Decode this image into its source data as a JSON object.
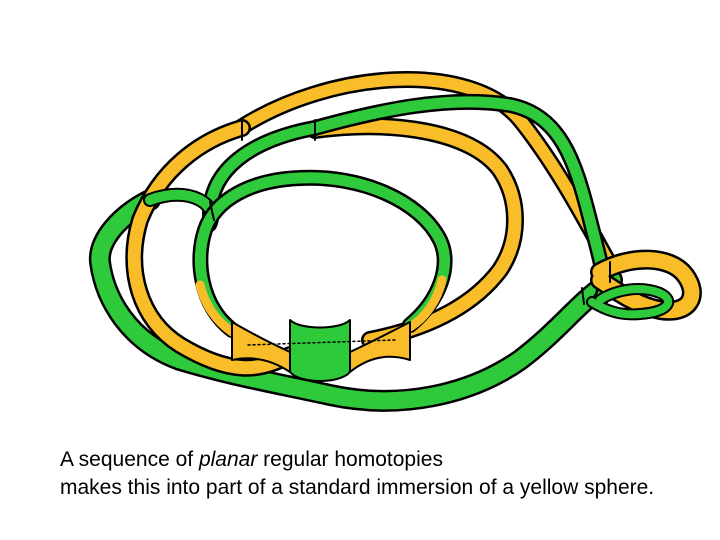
{
  "colors": {
    "yellow": "#f8bd28",
    "green": "#2fca3c",
    "outline": "#000000",
    "background": "#ffffff"
  },
  "caption": {
    "line1_pre": "A sequence of ",
    "line1_emph": "planar",
    "line1_post": " regular homotopies",
    "line2": "makes this into part of a standard immersion",
    "line3": "of a yellow sphere."
  }
}
